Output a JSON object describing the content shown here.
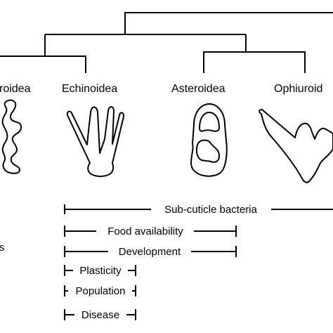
{
  "taxa": {
    "holothuroidea_partial": "roidea",
    "echinoidea": "Echinoidea",
    "asteroidea": "Asteroidea",
    "ophiuroidea_partial": "Ophiuroid"
  },
  "factors": [
    "Sub-cuticle bacteria",
    "Food availability",
    "Development",
    "Plasticity",
    "Population",
    "Disease"
  ],
  "left_fragment": "s",
  "colors": {
    "ink": "#000000",
    "background": "#ffffff"
  }
}
